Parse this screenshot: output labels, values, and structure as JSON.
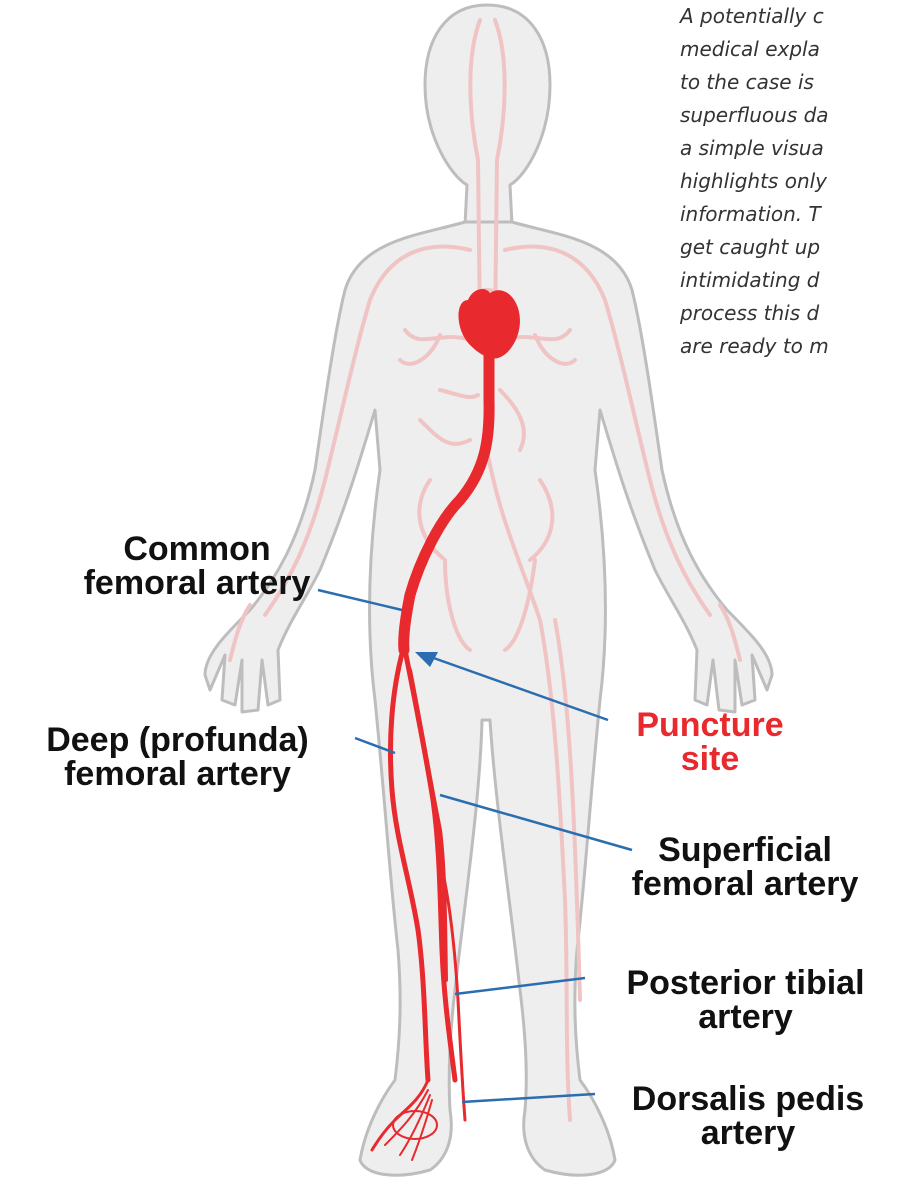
{
  "caption_lines": [
    "A potentially c",
    "medical expla",
    "to the case is",
    "superfluous da",
    "a simple visua",
    "highlights only",
    "information. T",
    "get caught up",
    "intimidating d",
    "process this d",
    "are ready to m"
  ],
  "labels": {
    "common_femoral": [
      "Common",
      "femoral artery"
    ],
    "deep_femoral": [
      "Deep (profunda)",
      "femoral artery"
    ],
    "puncture_site": [
      "Puncture",
      "site"
    ],
    "superficial_femoral": [
      "Superficial",
      "femoral artery"
    ],
    "posterior_tibial": [
      "Posterior tibial",
      "artery"
    ],
    "dorsalis_pedis": [
      "Dorsalis pedis",
      "artery"
    ]
  },
  "colors": {
    "artery": "#e8292e",
    "vessel_faint": "#f0c4c4",
    "body_fill": "#eeeeee",
    "body_outline": "#bdbdbd",
    "leader_line": "#2a6db0",
    "label_text": "#111111",
    "highlight_label": "#e8292e"
  }
}
